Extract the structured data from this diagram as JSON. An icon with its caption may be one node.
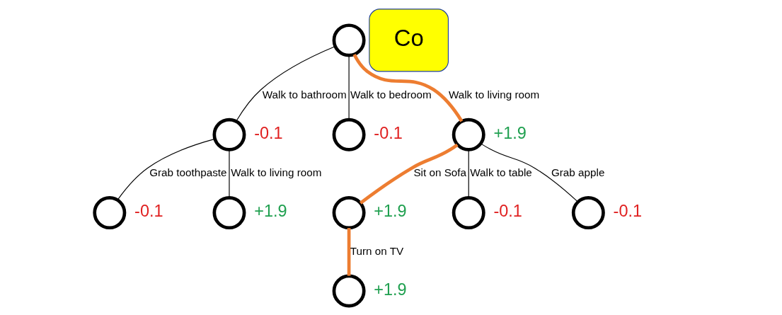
{
  "diagram": {
    "nodes": [
      {
        "text": [],
        "shape": "circle"
      },
      {
        "text": [],
        "shape": "circle",
        "beside": [
          "-0.1"
        ]
      },
      {
        "text": [],
        "shape": "circle",
        "beside": [
          "-0.1"
        ]
      },
      {
        "text": [],
        "shape": "circle",
        "beside": [
          "+1.9"
        ]
      },
      {
        "text": [],
        "shape": "circle",
        "beside": [
          "-0.1"
        ]
      },
      {
        "text": [],
        "shape": "circle",
        "beside": [
          "+1.9"
        ]
      },
      {
        "text": [],
        "shape": "circle",
        "beside": [
          "+1.9"
        ]
      },
      {
        "text": [],
        "shape": "circle",
        "beside": [
          "-0.1"
        ]
      },
      {
        "text": [],
        "shape": "circle",
        "beside": [
          "-0.1"
        ]
      },
      {
        "text": [],
        "shape": "circle",
        "beside": [
          "+1.9"
        ]
      },
      {
        "text": [
          "Co"
        ]
      }
    ],
    "edges": [
      {
        "from": 0,
        "to": 1,
        "arrow": "none",
        "label": "Walk to bathroom"
      },
      {
        "from": 0,
        "to": 2,
        "arrow": "none",
        "label": "Walk to bedroom"
      },
      {
        "from": 0,
        "to": 3,
        "arrow": "none",
        "label": "Walk to living room",
        "style": "thick",
        "color": "#ed7d31"
      },
      {
        "from": 1,
        "to": 4,
        "arrow": "none",
        "label": "Grab toothpaste"
      },
      {
        "from": 1,
        "to": 5,
        "arrow": "none",
        "label": "Walk to living room"
      },
      {
        "from": 3,
        "to": 6,
        "arrow": "none",
        "label": "Sit on Sofa",
        "style": "thick",
        "color": "#ed7d31"
      },
      {
        "from": 3,
        "to": 7,
        "arrow": "none",
        "label": "Walk to table"
      },
      {
        "from": 3,
        "to": 8,
        "arrow": "none",
        "label": "Grab apple"
      },
      {
        "from": 6,
        "to": 9,
        "arrow": "none",
        "label": "Turn on TV",
        "style": "thick",
        "color": "#ed7d31"
      }
    ]
  }
}
